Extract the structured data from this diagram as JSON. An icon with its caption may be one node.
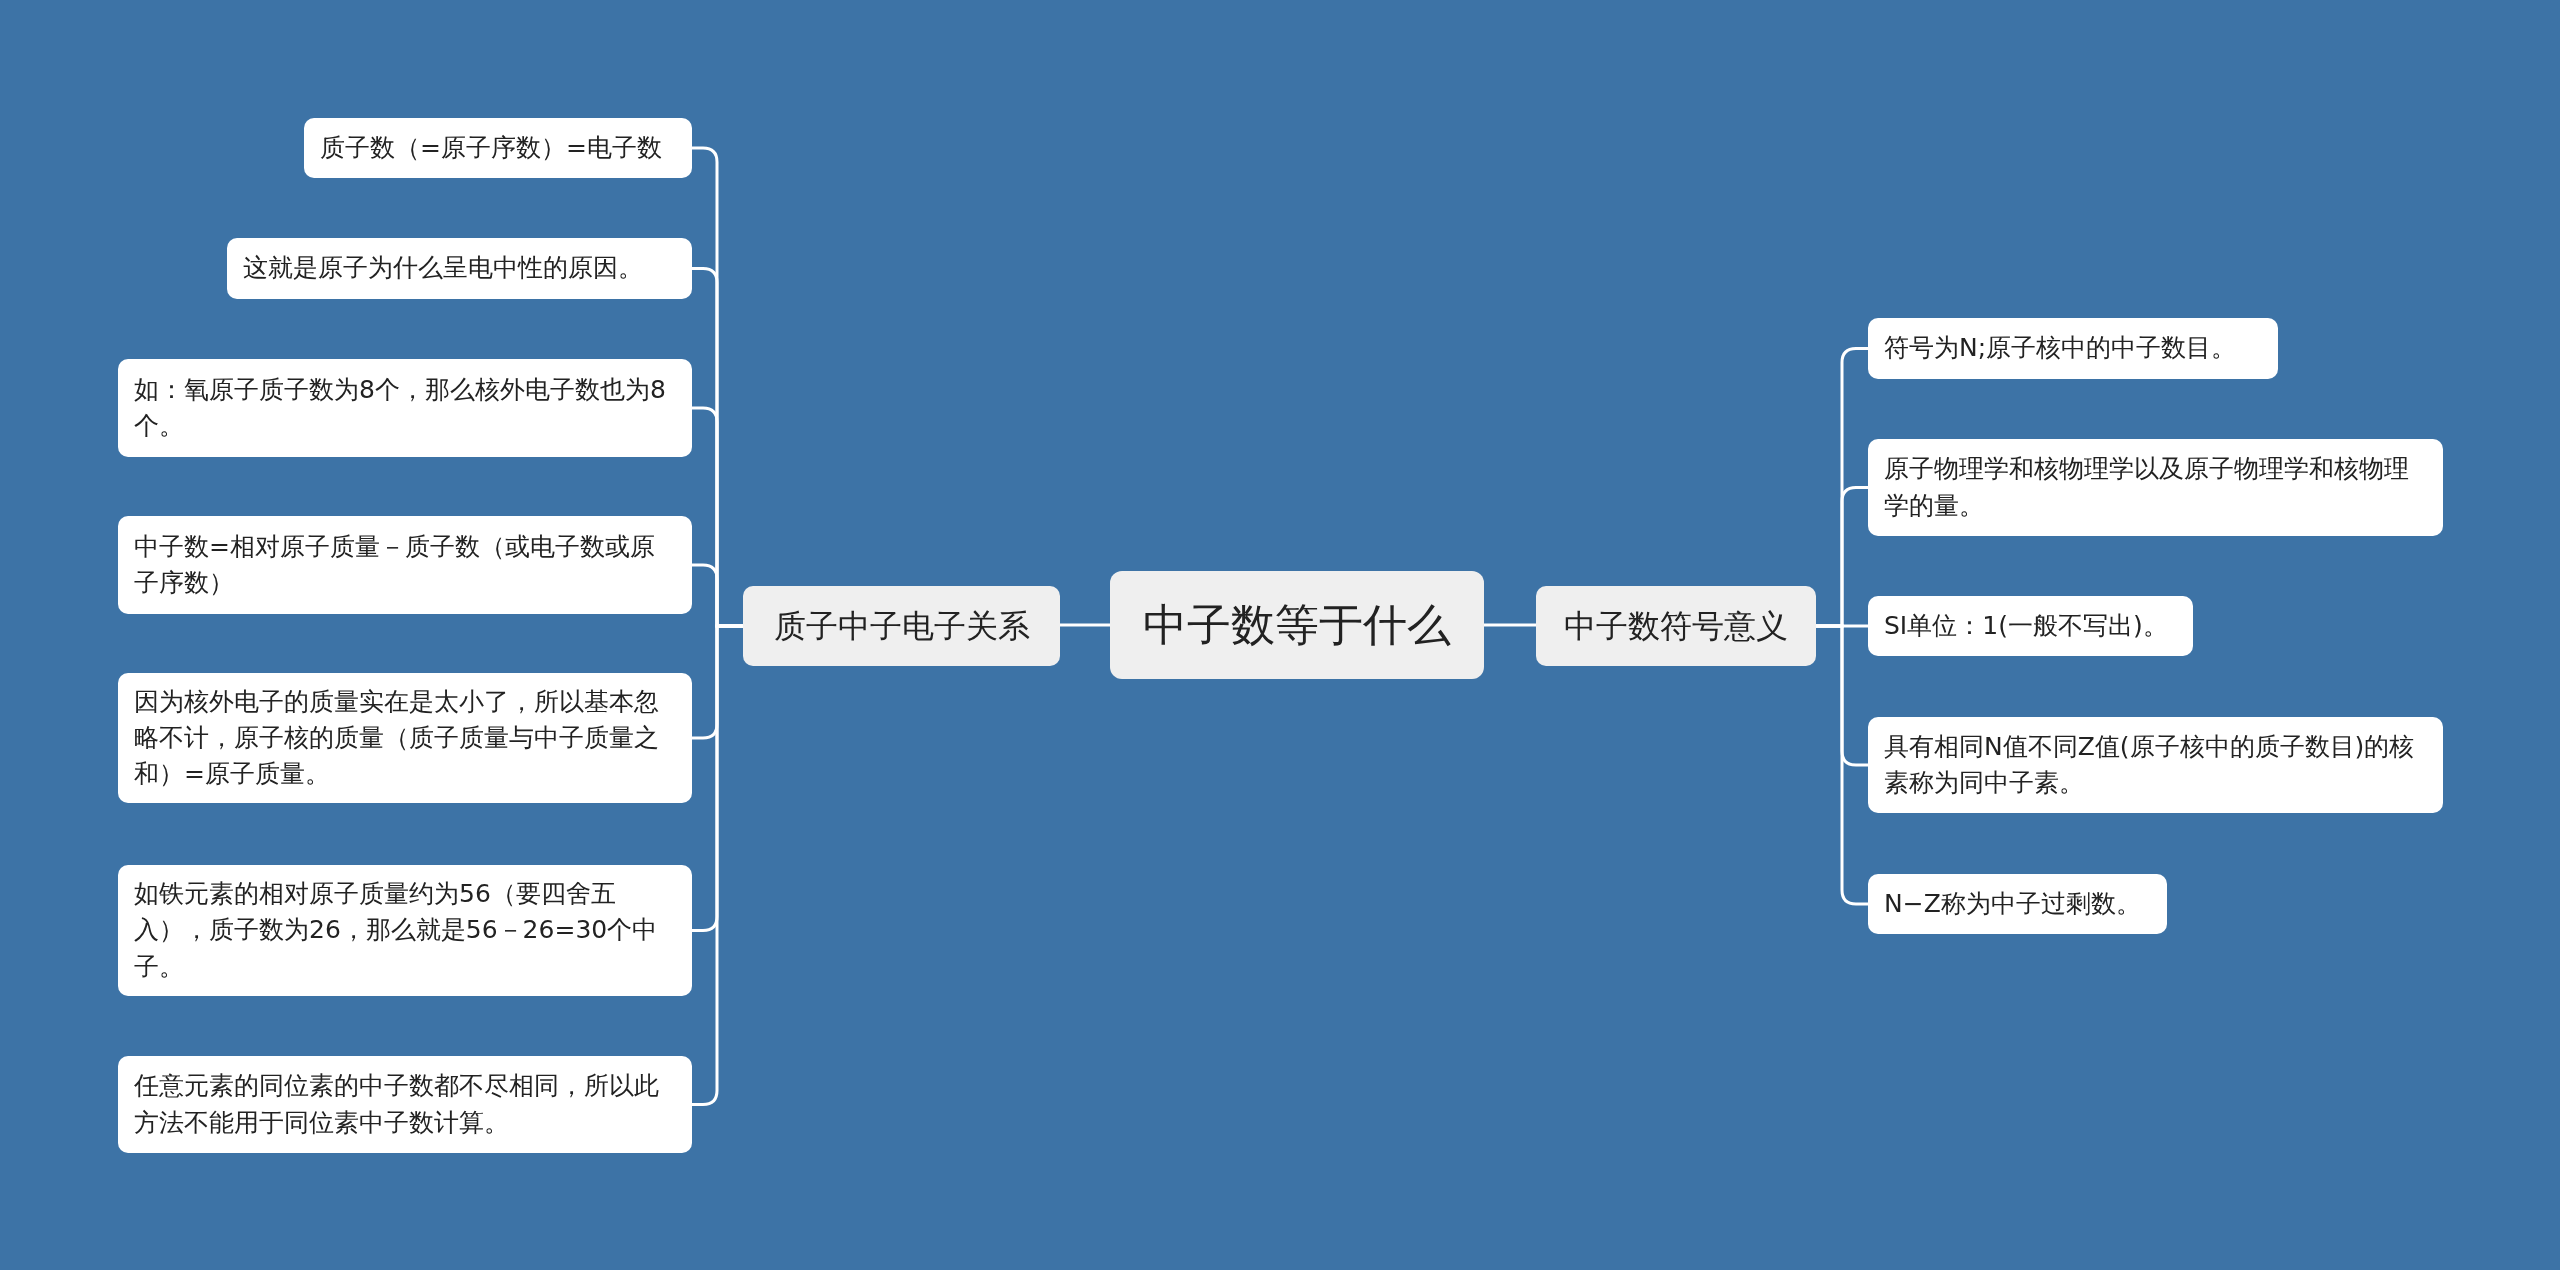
{
  "diagram": {
    "nodes": [
      {
        "text": [
          "中子数等于什么"
        ]
      },
      {
        "text": [
          "质子中子电子关系"
        ]
      },
      {
        "text": [
          "质子数（=原子序数）=电子数"
        ]
      },
      {
        "text": [
          "这就是原子为什么呈电中性的原因。"
        ]
      },
      {
        "text": [
          "如：氧原子质子数为8个，那么核外电子数也为8个。"
        ]
      },
      {
        "text": [
          "中子数=相对原子质量－质子数（或电子数或原子序数）"
        ]
      },
      {
        "text": [
          "因为核外电子的质量实在是太小了，所以基本忽略不计，原子核的质量（质子质量与中子质量之和）=原子质量。"
        ]
      },
      {
        "text": [
          "如铁元素的相对原子质量约为56（要四舍五入），质子数为26，那么就是56－26=30个中子。"
        ]
      },
      {
        "text": [
          "任意元素的同位素的中子数都不尽相同，所以此方法不能用于同位素中子数计算。"
        ]
      },
      {
        "text": [
          "中子数符号意义"
        ]
      },
      {
        "text": [
          "符号为N;原子核中的中子数目。"
        ]
      },
      {
        "text": [
          "原子物理学和核物理学以及原子物理学和核物理学的量。"
        ]
      },
      {
        "text": [
          "SI单位：1(一般不写出)。"
        ]
      },
      {
        "text": [
          "具有相同N值不同Z值(原子核中的质子数目)的核素称为同中子素。"
        ]
      },
      {
        "text": [
          "N−Z称为中子过剩数。"
        ]
      }
    ],
    "edges": [
      {
        "from": 0,
        "to": 1,
        "arrow": "none"
      },
      {
        "from": 1,
        "to": 2,
        "arrow": "none"
      },
      {
        "from": 1,
        "to": 3,
        "arrow": "none"
      },
      {
        "from": 1,
        "to": 4,
        "arrow": "none"
      },
      {
        "from": 1,
        "to": 5,
        "arrow": "none"
      },
      {
        "from": 1,
        "to": 6,
        "arrow": "none"
      },
      {
        "from": 1,
        "to": 7,
        "arrow": "none"
      },
      {
        "from": 1,
        "to": 8,
        "arrow": "none"
      },
      {
        "from": 0,
        "to": 9,
        "arrow": "none"
      },
      {
        "from": 9,
        "to": 10,
        "arrow": "none"
      },
      {
        "from": 9,
        "to": 11,
        "arrow": "none"
      },
      {
        "from": 9,
        "to": 12,
        "arrow": "none"
      },
      {
        "from": 9,
        "to": 13,
        "arrow": "none"
      },
      {
        "from": 9,
        "to": 14,
        "arrow": "none"
      }
    ]
  }
}
